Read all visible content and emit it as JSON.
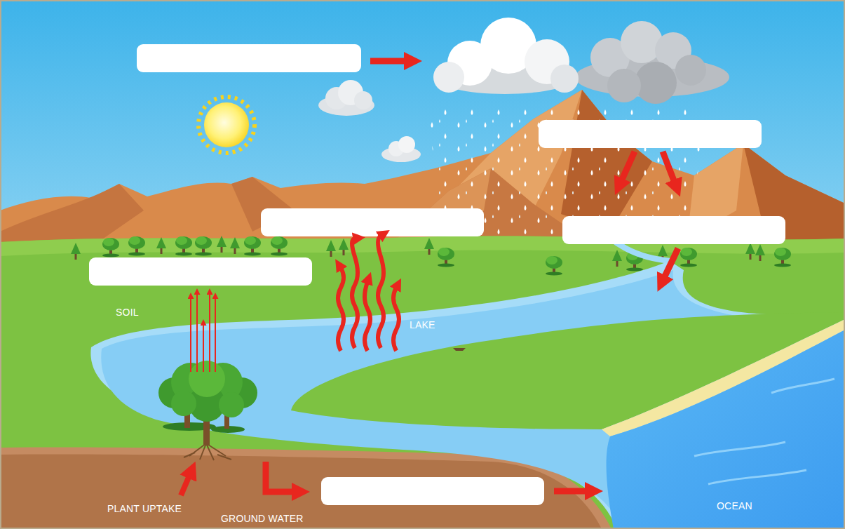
{
  "diagram": {
    "labels": [
      "SOIL",
      "LAKE",
      "PLANT UPTAKE",
      "GROUND WATER",
      "OCEAN"
    ]
  }
}
